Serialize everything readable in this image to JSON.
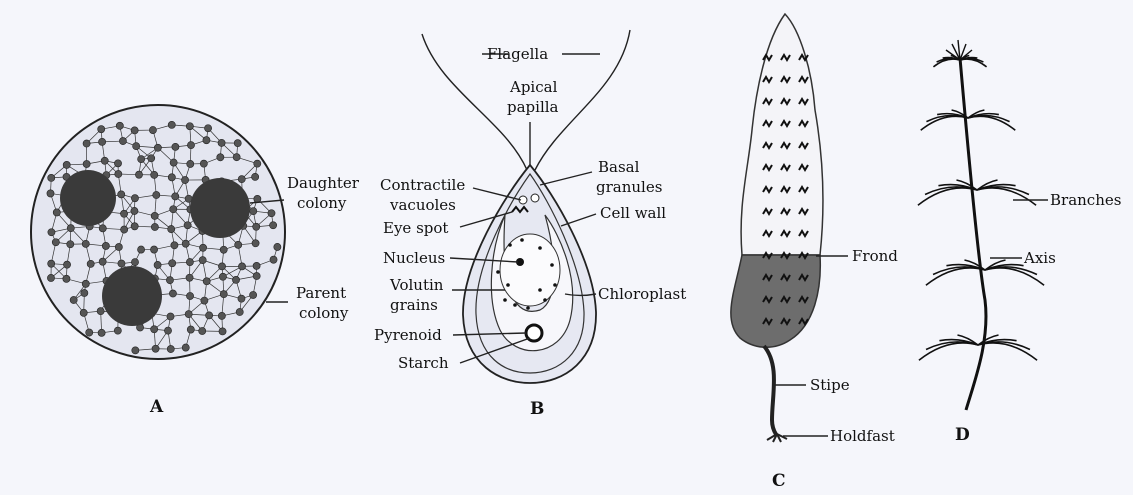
{
  "panels": {
    "A": {
      "letter": "A",
      "labels": {
        "daughter_colony_line1": "Daughter",
        "daughter_colony_line2": "colony",
        "parent_colony_line1": "Parent",
        "parent_colony_line2": "colony"
      }
    },
    "B": {
      "letter": "B",
      "labels": {
        "flagella": "Flagella",
        "apical_papilla_line1": "Apical",
        "apical_papilla_line2": "papilla",
        "basal_granules_line1": "Basal",
        "basal_granules_line2": "granules",
        "contractile_vacuoles_line1": "Contractile",
        "contractile_vacuoles_line2": "vacuoles",
        "cell_wall": "Cell wall",
        "eye_spot": "Eye spot",
        "nucleus": "Nucleus",
        "volutin_grains_line1": "Volutin",
        "volutin_grains_line2": "grains",
        "chloroplast": "Chloroplast",
        "pyrenoid": "Pyrenoid",
        "starch": "Starch"
      }
    },
    "C": {
      "letter": "C",
      "labels": {
        "frond": "Frond",
        "stipe": "Stipe",
        "holdfast": "Holdfast"
      }
    },
    "D": {
      "letter": "D",
      "labels": {
        "branches": "Branches",
        "axis": "Axis"
      }
    }
  }
}
